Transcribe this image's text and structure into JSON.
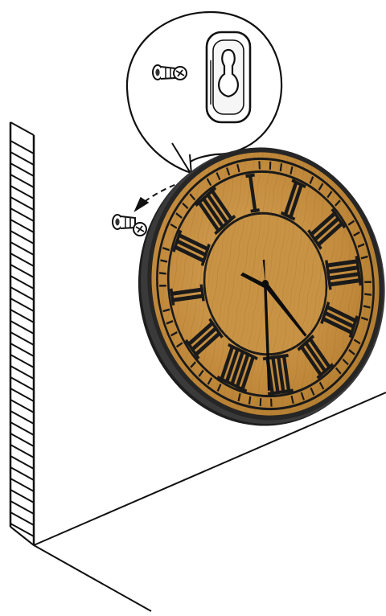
{
  "diagram": {
    "kind": "wall-clock-mounting-illustration",
    "colors": {
      "line": "#111111",
      "wood": "#c8913f",
      "wood_dark": "#a87428",
      "wood_light": "#d9a95a",
      "metal": "#2a2a2a",
      "hands": "#0d0d0d",
      "background": "#ffffff"
    },
    "parts": [
      {
        "id": "wall-hatch",
        "icon": "wall-section-icon"
      },
      {
        "id": "floor-lines",
        "icon": "floor-perspective-icon"
      },
      {
        "id": "callout",
        "icon": "magnify-callout-icon"
      },
      {
        "id": "keyhole-hanger",
        "icon": "keyhole-bracket-icon"
      },
      {
        "id": "screw-detail",
        "icon": "screw-anchor-icon"
      },
      {
        "id": "screw-wall",
        "icon": "screw-anchor-icon"
      },
      {
        "id": "arrow",
        "icon": "dashed-arrow-icon"
      },
      {
        "id": "clock",
        "icon": "roman-wall-clock-icon"
      }
    ]
  }
}
